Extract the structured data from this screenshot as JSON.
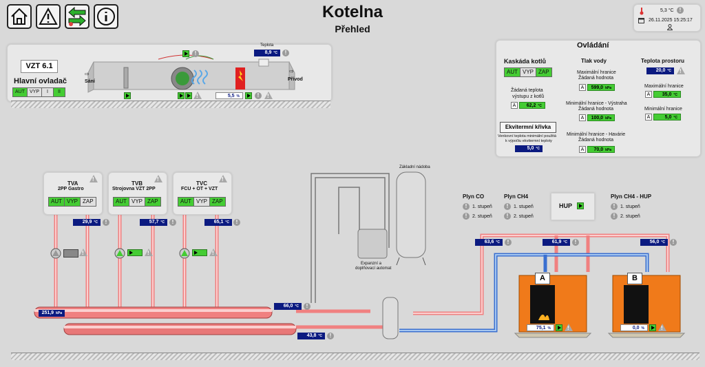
{
  "colors": {
    "hot": "#f08080",
    "cold": "#3a6fd0",
    "active": "#44cc33",
    "value_bg": "#0b1a80",
    "boiler": "#f07a1a"
  },
  "toolbar": {
    "home_icon": "home-icon",
    "warning_icon": "warning-icon",
    "switch_icon": "swap-arrows-icon",
    "info_icon": "info-icon"
  },
  "header": {
    "title": "Kotelna",
    "subtitle": "Přehled"
  },
  "status": {
    "temp": "5,3",
    "temp_unit": "°C",
    "datetime": "26.11.2025 15:25:17"
  },
  "vzt": {
    "name": "VZT 6.1",
    "main_label": "Hlavní ovladač",
    "modes": [
      "AUT",
      "VYP",
      "I",
      "II"
    ],
    "active_mode": "II",
    "temp_label": "Teplota",
    "temp": "8,9",
    "temp_unit": "°C",
    "intake": "Sání",
    "supply": "Přívod",
    "damper": "5,5",
    "damper_unit": "%",
    "fan_speed": "II"
  },
  "control": {
    "title": "Ovládání",
    "cascade": {
      "title": "Kaskáda kotlů",
      "modes": [
        "AUT",
        "VYP",
        "ZAP"
      ],
      "active": [
        "AUT",
        "ZAP"
      ],
      "setpoint_label_1": "Žádaná teplota",
      "setpoint_label_2": "výstupu z kotlů",
      "setpoint_mode": "A",
      "setpoint": "62,2",
      "setpoint_unit": "°C",
      "curve_button": "Ekvitermní křivka",
      "outside_note_1": "Venkovní teplota minimální použitá",
      "outside_note_2": "k výpočtu ekvitermní teploty",
      "outside_value": "5,0",
      "outside_unit": "°C"
    },
    "pressure": {
      "title": "Tlak vody",
      "max_label_1": "Maximální hranice",
      "max_label_2": "Žádaná hodnota",
      "max_mode": "A",
      "max_value": "599,0",
      "unit": "kPa",
      "min_warn_label_1": "Minimální hranice - Výstraha",
      "min_warn_label_2": "Žádaná hodnota",
      "min_warn_mode": "A",
      "min_warn_value": "100,0",
      "min_fault_label_1": "Minimální hranice - Havárie",
      "min_fault_label_2": "Žádaná hodnota",
      "min_fault_mode": "A",
      "min_fault_value": "70,0"
    },
    "room": {
      "title": "Teplota prostoru",
      "value": "20,0",
      "unit": "°C",
      "max_label": "Maximální hranice",
      "max_mode": "A",
      "max_value": "35,0",
      "min_label": "Minimální hranice",
      "min_mode": "A",
      "min_value": "5,0"
    }
  },
  "circuits": [
    {
      "name": "TVA",
      "desc": "2PP Gastro",
      "modes": [
        "AUT",
        "VYP",
        "ZAP"
      ],
      "active": [
        "AUT",
        "VYP"
      ],
      "temp": "29,9",
      "unit": "°C"
    },
    {
      "name": "TVB",
      "desc": "Strojovna VZT 2PP",
      "modes": [
        "AUT",
        "VYP",
        "ZAP"
      ],
      "active": [
        "AUT",
        "ZAP"
      ],
      "temp": "57,7",
      "unit": "°C"
    },
    {
      "name": "TVC",
      "desc": "FCU + OT + VZT",
      "modes": [
        "AUT",
        "VYP",
        "ZAP"
      ],
      "active": [
        "AUT",
        "ZAP"
      ],
      "temp": "65,1",
      "unit": "°C"
    }
  ],
  "tanks": {
    "base_vessel": "Základní nádoba",
    "expansion_1": "Expanzní a",
    "expansion_2": "doplňovací automat"
  },
  "gas": {
    "co": {
      "title": "Plyn CO",
      "stage1": "1. stupeň",
      "stage2": "2. stupeň"
    },
    "ch4": {
      "title": "Plyn CH4",
      "stage1": "1. stupeň",
      "stage2": "2. stupeň"
    },
    "hup": {
      "label": "HUP"
    },
    "ch4_hup": {
      "title": "Plyn CH4 - HUP",
      "stage1": "1. stupeň",
      "stage2": "2. stupeň"
    }
  },
  "hydraulics": {
    "supply_temp": "66,0",
    "return_temp": "43,8",
    "pressure": "251,9",
    "pressure_unit": "kPa",
    "unit": "°C",
    "boiler_line_1": "63,6",
    "boiler_line_2": "61,9",
    "boiler_line_3": "56,0"
  },
  "boilers": [
    {
      "label": "A",
      "modulation": "75,1",
      "unit": "%"
    },
    {
      "label": "B",
      "modulation": "0,0",
      "unit": "%"
    }
  ]
}
